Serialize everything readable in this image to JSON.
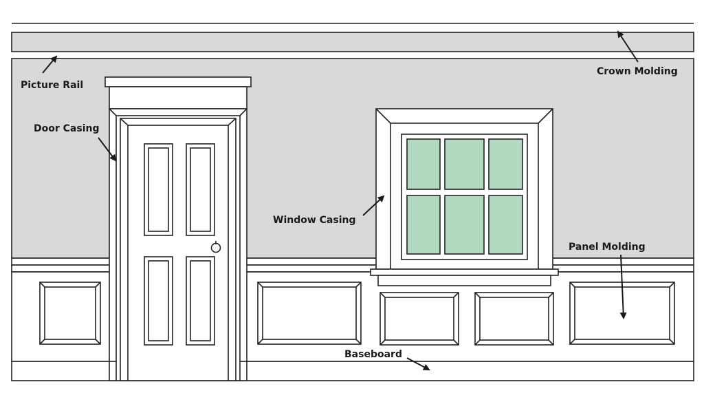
{
  "labels": {
    "picture_rail": "Picture Rail",
    "crown_molding": "Crown Molding",
    "door_casing": "Door Casing",
    "window_casing": "Window Casing",
    "panel_molding": "Panel Molding",
    "baseboard": "Baseboard"
  },
  "colors": {
    "wall": "#d9d9d9",
    "line": "#222222",
    "glass": "#b2d9bf",
    "trim": "#ffffff",
    "background": "#ffffff"
  },
  "icons": [
    "doorknob-icon",
    "arrow-icon"
  ]
}
